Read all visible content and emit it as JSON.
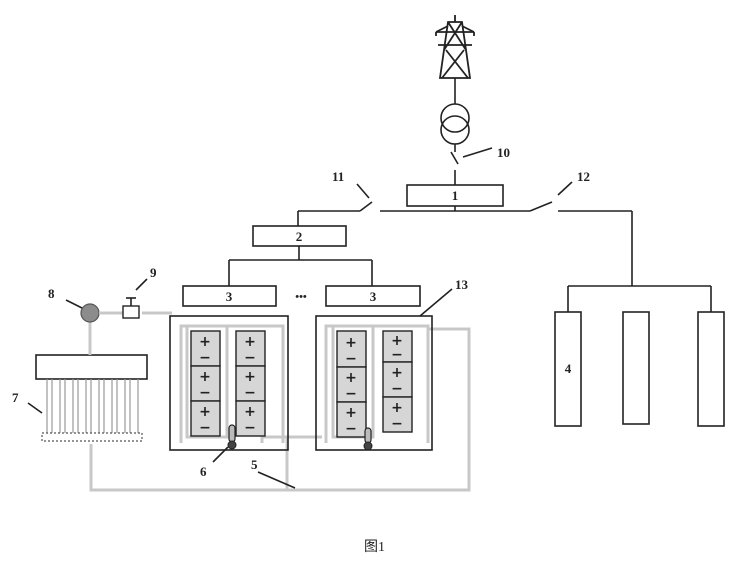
{
  "labels": {
    "l1": "1",
    "l2": "2",
    "l3a": "3",
    "l3b": "3",
    "l4": "4",
    "l5": "5",
    "l6": "6",
    "l7": "7",
    "l8": "8",
    "l9": "9",
    "l10": "10",
    "l11": "11",
    "l12": "12",
    "l13": "13",
    "dots": "•••",
    "plus": "+",
    "minus": "−"
  },
  "caption": "图1",
  "colors": {
    "line": "#222222",
    "pipe": "#c8c8c8",
    "cell_fill": "#d6d6d6",
    "pump": "#8c8c8c"
  }
}
